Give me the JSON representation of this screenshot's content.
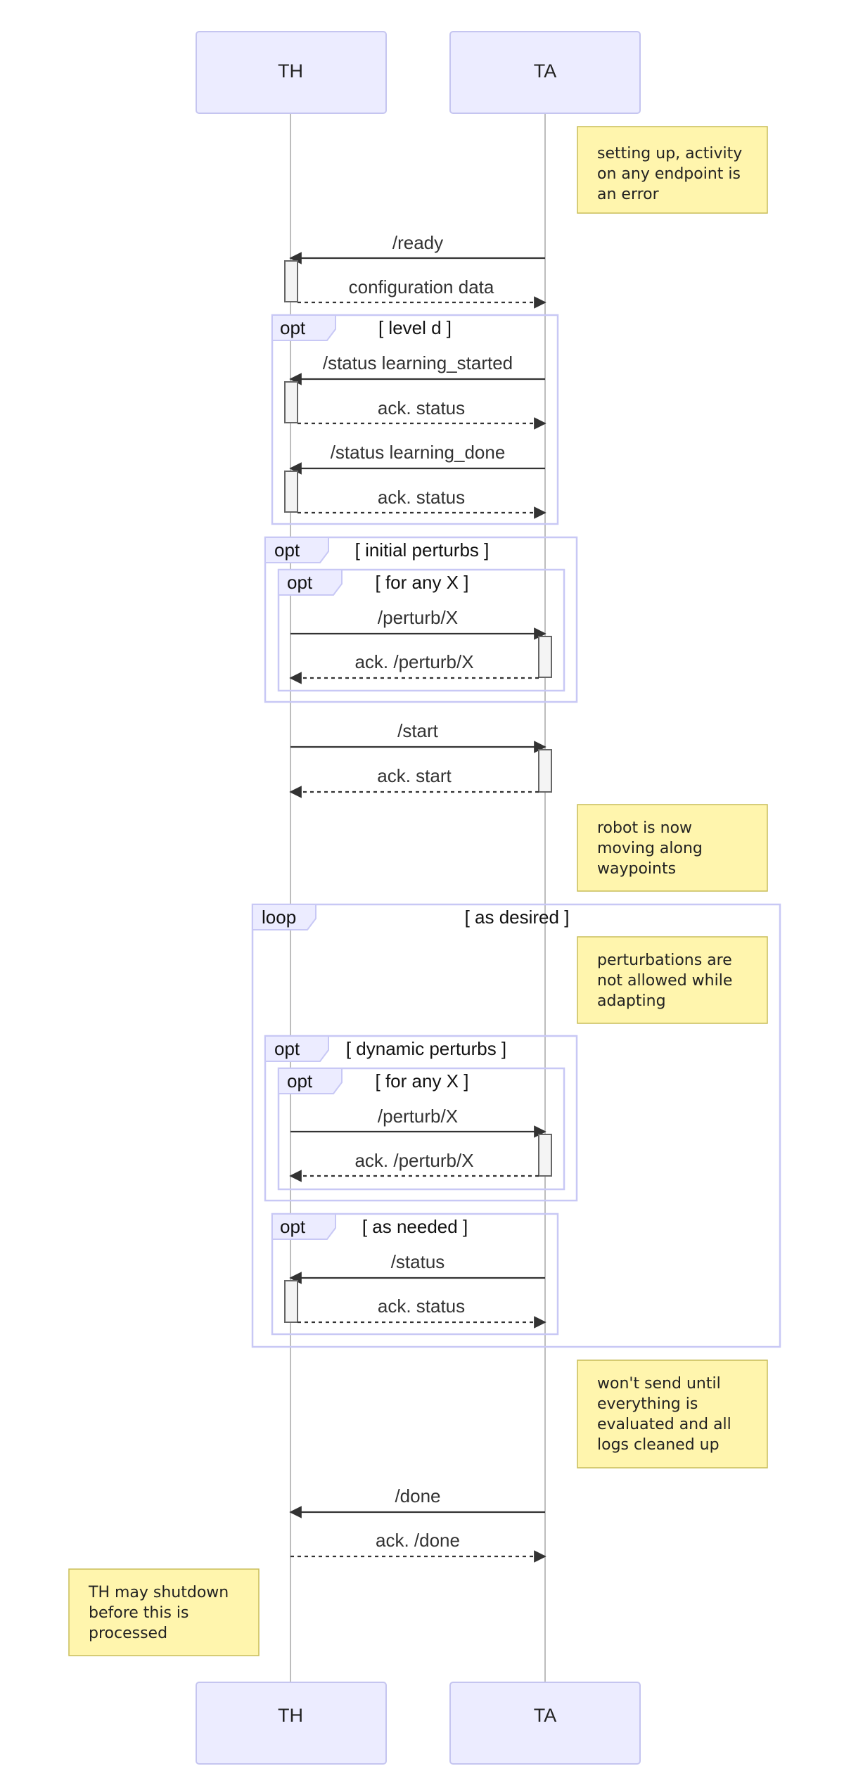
{
  "actors": [
    {
      "name": "TH"
    },
    {
      "name": "TA"
    }
  ],
  "notes": [
    {
      "lines": [
        "setting up, activity",
        "on any endpoint is",
        "an error"
      ]
    },
    {
      "lines": [
        "robot is now",
        "moving along",
        "waypoints"
      ]
    },
    {
      "lines": [
        "perturbations are",
        "not allowed while",
        "adapting"
      ]
    },
    {
      "lines": [
        "won't send until",
        "everything is",
        "evaluated and all",
        "logs cleaned up"
      ]
    },
    {
      "lines": [
        "TH may shutdown",
        "before this is",
        "processed"
      ]
    }
  ],
  "frames": [
    {
      "keyword": "opt",
      "condition": "[ level d ]"
    },
    {
      "keyword": "opt",
      "condition": "[ initial perturbs ]"
    },
    {
      "keyword": "opt",
      "condition": "[ for any X ]"
    },
    {
      "keyword": "loop",
      "condition": "[ as desired ]"
    },
    {
      "keyword": "opt",
      "condition": "[ dynamic perturbs ]"
    },
    {
      "keyword": "opt",
      "condition": "[ for any X ]"
    },
    {
      "keyword": "opt",
      "condition": "[ as needed ]"
    }
  ],
  "messages": [
    {
      "label": "/ready",
      "from": "TA",
      "to": "TH",
      "style": "solid"
    },
    {
      "label": "configuration data",
      "from": "TH",
      "to": "TA",
      "style": "dashed"
    },
    {
      "label": "/status learning_started",
      "from": "TA",
      "to": "TH",
      "style": "solid"
    },
    {
      "label": "ack. status",
      "from": "TH",
      "to": "TA",
      "style": "dashed"
    },
    {
      "label": "/status learning_done",
      "from": "TA",
      "to": "TH",
      "style": "solid"
    },
    {
      "label": "ack. status",
      "from": "TH",
      "to": "TA",
      "style": "dashed"
    },
    {
      "label": "/perturb/X",
      "from": "TH",
      "to": "TA",
      "style": "solid"
    },
    {
      "label": "ack. /perturb/X",
      "from": "TA",
      "to": "TH",
      "style": "dashed"
    },
    {
      "label": "/start",
      "from": "TH",
      "to": "TA",
      "style": "solid"
    },
    {
      "label": "ack. start",
      "from": "TA",
      "to": "TH",
      "style": "dashed"
    },
    {
      "label": "/perturb/X",
      "from": "TH",
      "to": "TA",
      "style": "solid"
    },
    {
      "label": "ack. /perturb/X",
      "from": "TA",
      "to": "TH",
      "style": "dashed"
    },
    {
      "label": "/status",
      "from": "TA",
      "to": "TH",
      "style": "solid"
    },
    {
      "label": "ack. status",
      "from": "TH",
      "to": "TA",
      "style": "dashed"
    },
    {
      "label": "/done",
      "from": "TA",
      "to": "TH",
      "style": "solid"
    },
    {
      "label": "ack. /done",
      "from": "TH",
      "to": "TA",
      "style": "dashed"
    }
  ]
}
